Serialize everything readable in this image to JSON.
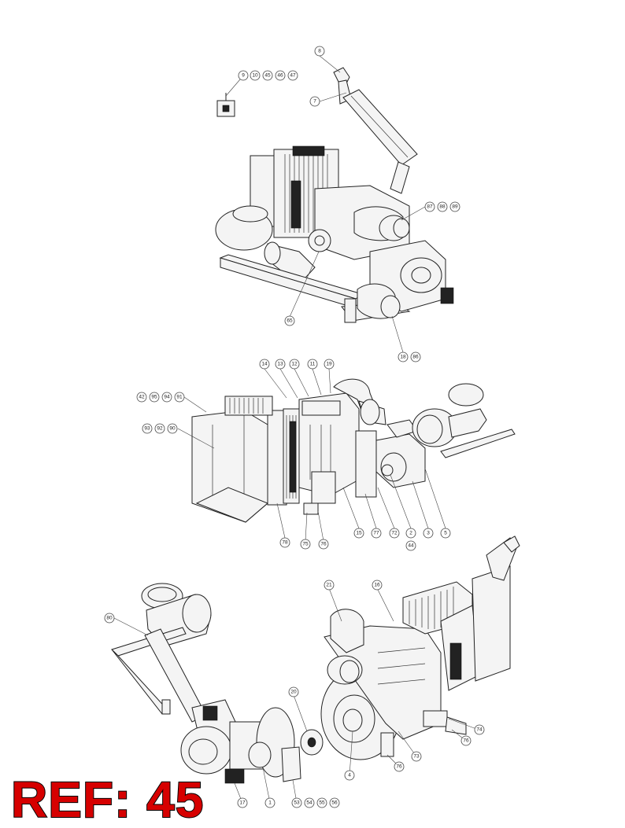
{
  "ref_label": "REF: 45",
  "ref_label_color": "#d60000",
  "callouts": {
    "top": [
      "8",
      "9",
      "10",
      "45",
      "46",
      "47",
      "7",
      "87",
      "88",
      "89",
      "65",
      "18",
      "86"
    ],
    "middle": [
      "14",
      "13",
      "12",
      "11",
      "19",
      "42",
      "95",
      "94",
      "91",
      "93",
      "92",
      "90",
      "78",
      "75",
      "76",
      "15",
      "77",
      "72",
      "2",
      "44",
      "3",
      "5"
    ],
    "bottom": [
      "80",
      "21",
      "16",
      "20",
      "74",
      "76",
      "73",
      "76",
      "4",
      "17",
      "1",
      "53",
      "54",
      "55",
      "56"
    ]
  }
}
